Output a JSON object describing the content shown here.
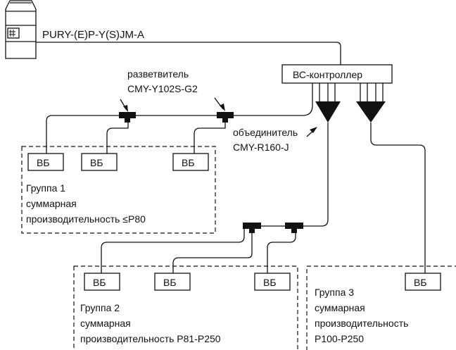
{
  "outdoor_unit": {
    "model": "PURY-(E)P-Y(S)JM-A"
  },
  "bc_controller": {
    "label": "ВС-контроллер"
  },
  "branch_kit": {
    "title": "разветвитель",
    "model": "CMY-Y102S-G2"
  },
  "joint_kit": {
    "title": "объединитель",
    "model": "CMY-R160-J"
  },
  "indoor_unit_label": "ВБ",
  "groups": [
    {
      "line1": "Группа 1",
      "line2": "суммарная",
      "line3": "производительность ≤P80"
    },
    {
      "line1": "Группа 2",
      "line2": "суммарная",
      "line3": "производительность P81-P250"
    },
    {
      "line1": "Группа 3",
      "line2": "суммарная",
      "line3": "производительность",
      "line4": "P100-P250"
    }
  ]
}
